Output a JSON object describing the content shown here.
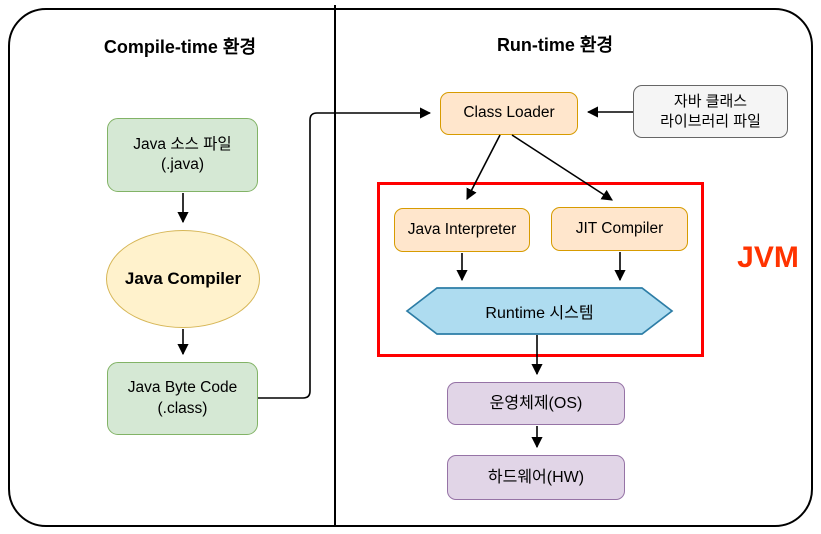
{
  "diagram": {
    "left_panel": {
      "title": "Compile-time 환경",
      "nodes": {
        "java_source": {
          "line1": "Java 소스 파일",
          "line2": "(.java)"
        },
        "java_compiler": {
          "label": "Java Compiler"
        },
        "java_bytecode": {
          "line1": "Java Byte Code",
          "line2": "(.class)"
        }
      }
    },
    "right_panel": {
      "title": "Run-time 환경",
      "jvm_label": "JVM",
      "nodes": {
        "class_loader": {
          "label": "Class Loader"
        },
        "java_library": {
          "line1": "자바 클래스",
          "line2": "라이브러리 파일"
        },
        "java_interpreter": {
          "label": "Java Interpreter"
        },
        "jit_compiler": {
          "label": "JIT Compiler"
        },
        "runtime_system": {
          "label": "Runtime 시스템"
        },
        "os": {
          "label": "운영체제(OS)"
        },
        "hardware": {
          "label": "하드웨어(HW)"
        }
      }
    },
    "colors": {
      "line": "#000000",
      "green_fill": "#d5e8d4",
      "green_stroke": "#82b366",
      "yellow_fill": "#fff2cc",
      "yellow_stroke": "#d6b656",
      "orange_fill": "#ffe6cc",
      "orange_stroke": "#d79b00",
      "gray_fill": "#f5f5f5",
      "gray_stroke": "#666666",
      "blue_fill": "#aedcf0",
      "blue_stroke": "#2d7da6",
      "purple_fill": "#e1d5e7",
      "purple_stroke": "#9673a6",
      "jvm_border": "#ff0000",
      "jvm_text": "#ff3300"
    }
  }
}
